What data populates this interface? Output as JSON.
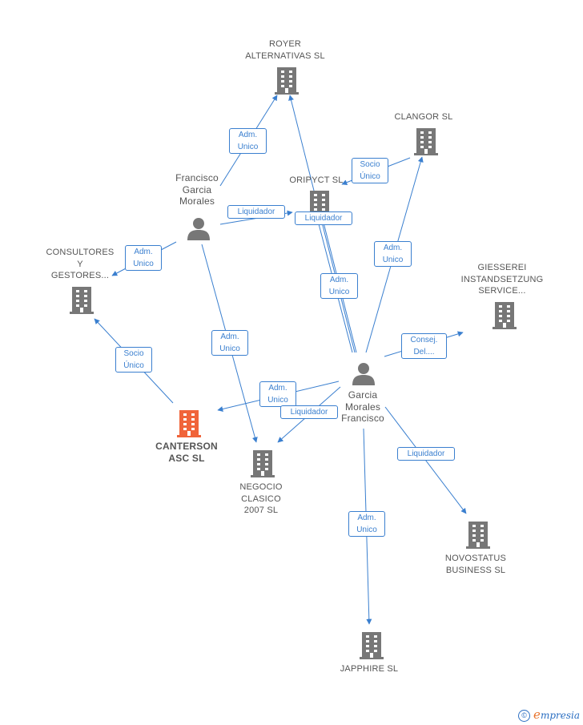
{
  "nodes": {
    "royer": {
      "lines": [
        "ROYER",
        "ALTERNATIVAS SL"
      ],
      "type": "company"
    },
    "clangor": {
      "lines": [
        "CLANGOR SL"
      ],
      "type": "company"
    },
    "oripyct": {
      "lines": [
        "ORIPYCT SL"
      ],
      "type": "company"
    },
    "francisco": {
      "lines": [
        "Francisco",
        "Garcia",
        "Morales"
      ],
      "type": "person"
    },
    "consultores": {
      "lines": [
        "CONSULTORES",
        "Y",
        "GESTORES..."
      ],
      "type": "company"
    },
    "giesserei": {
      "lines": [
        "GIESSEREI",
        "INSTANDSETZUNG",
        "SERVICE..."
      ],
      "type": "company"
    },
    "garcia": {
      "lines": [
        "Garcia",
        "Morales",
        "Francisco"
      ],
      "type": "person"
    },
    "canterson": {
      "lines": [
        "CANTERSON",
        "ASC SL"
      ],
      "type": "company-main"
    },
    "negocio": {
      "lines": [
        "NEGOCIO",
        "CLASICO",
        "2007 SL"
      ],
      "type": "company"
    },
    "novostatus": {
      "lines": [
        "NOVOSTATUS",
        "BUSINESS SL"
      ],
      "type": "company"
    },
    "japphire": {
      "lines": [
        "JAPPHIRE SL"
      ],
      "type": "company"
    }
  },
  "edge_labels": {
    "fr_royer": [
      "Adm.",
      "Unico"
    ],
    "clangor_socio": [
      "Socio",
      "Único"
    ],
    "fr_oripyct": [
      "Liquidador"
    ],
    "garcia_oripyct_liq": [
      "Liquidador"
    ],
    "fr_consultores": [
      "Adm.",
      "Unico"
    ],
    "garcia_clangor": [
      "Adm.",
      "Unico"
    ],
    "garcia_oripyct_adm": [
      "Adm.",
      "Unico"
    ],
    "canterson_consultores": [
      "Socio",
      "Único"
    ],
    "garcia_giesserei": [
      "Consej.",
      "Del...."
    ],
    "fr_negocio": [
      "Adm.",
      "Unico"
    ],
    "garcia_canterson": [
      "Adm.",
      "Unico"
    ],
    "garcia_negocio": [
      "Liquidador"
    ],
    "garcia_novostatus": [
      "Liquidador"
    ],
    "garcia_japphire": [
      "Adm.",
      "Unico"
    ]
  },
  "colors": {
    "edge": "#3a7fcf",
    "icon": "#777777",
    "icon_main": "#f0643a"
  },
  "footer": {
    "copyright": "©",
    "brand_initial": "e",
    "brand_rest": "mpresia"
  }
}
